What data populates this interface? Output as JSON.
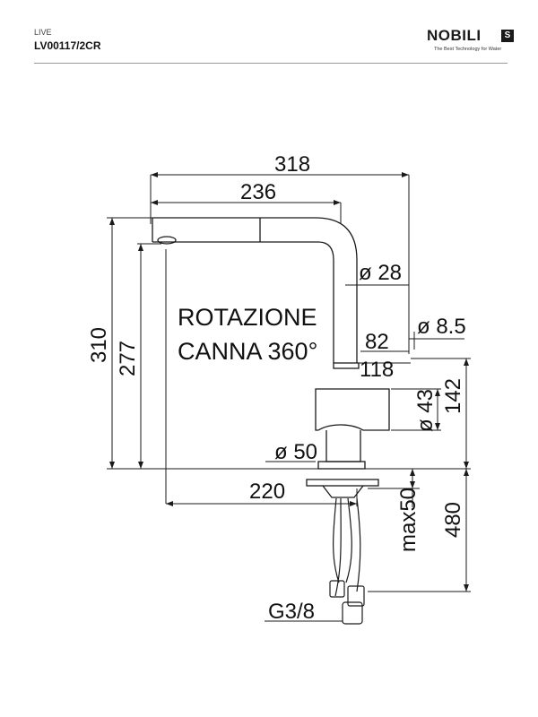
{
  "header": {
    "series": "LIVE",
    "model_code": "LV00117/2CR",
    "brand_name": "NOBILI",
    "brand_mark": "S",
    "brand_tagline": "The Best Technology for Water"
  },
  "drawing": {
    "note_line1": "ROTAZIONE",
    "note_line2": "CANNA 360°",
    "dimensions": {
      "overall_reach": "318",
      "spout_reach": "236",
      "spout_diameter": "ø 28",
      "aerator_diameter": "ø 8.5",
      "dim_82": "82",
      "dim_118": "118",
      "dim_43": "ø 43",
      "dim_142": "142",
      "base_diameter": "ø 50",
      "overall_height": "310",
      "outlet_height": "277",
      "dim_220": "220",
      "deck_thickness": "max50",
      "hose_length": "480",
      "connection": "G3/8"
    },
    "line_color": "#1a1a1a"
  }
}
